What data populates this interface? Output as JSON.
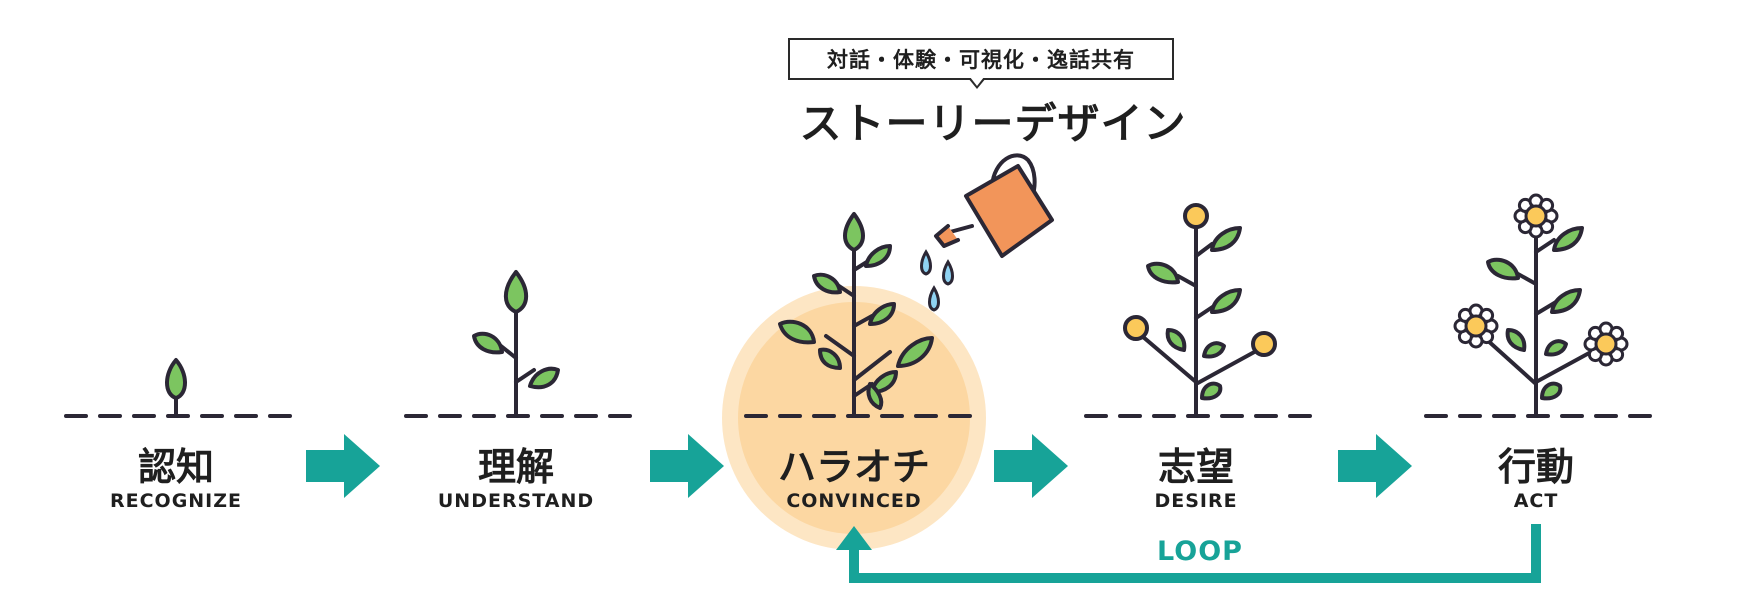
{
  "callout": {
    "text": "対話・体験・可視化・逸話共有"
  },
  "headline": "ストーリーデザイン",
  "stages": [
    {
      "title": "認知",
      "subtitle": "RECOGNIZE"
    },
    {
      "title": "理解",
      "subtitle": "UNDERSTAND"
    },
    {
      "title": "ハラオチ",
      "subtitle": "CONVINCED"
    },
    {
      "title": "志望",
      "subtitle": "DESIRE"
    },
    {
      "title": "行動",
      "subtitle": "ACT"
    }
  ],
  "loop": {
    "label": "LOOP"
  },
  "colors": {
    "teal": "#17a398",
    "leaf": "#7cc560",
    "outline": "#2b2735",
    "highlight": "#fde0b4",
    "highlight_inner": "#fcd39a",
    "can": "#f2955a",
    "bud": "#fbc95a",
    "water": "#8fd2f2"
  },
  "icons": [
    "sprout-icon",
    "seedling-icon",
    "growing-plant-icon",
    "watering-can-icon",
    "water-drop-icon",
    "budding-plant-icon",
    "flowering-plant-icon",
    "arrow-right-icon",
    "loop-arrow-icon"
  ]
}
